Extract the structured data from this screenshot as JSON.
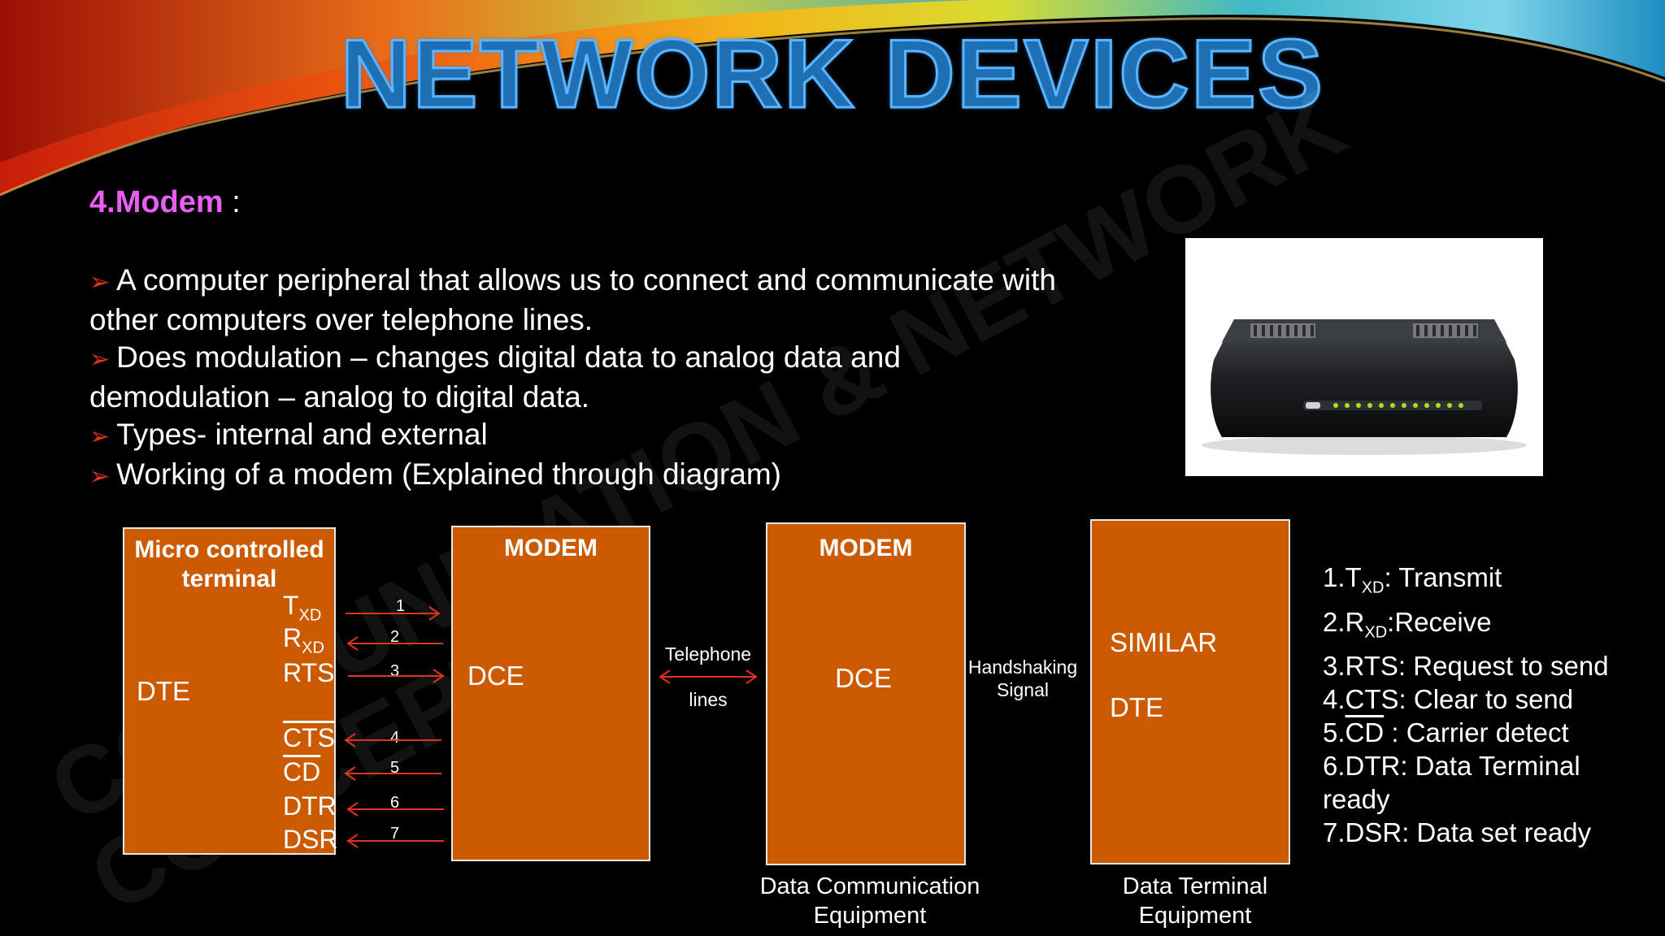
{
  "title": "NETWORK DEVICES",
  "watermark": [
    "COMMUNICATION & NETWORK",
    "CONCEPTS"
  ],
  "heading": {
    "label": "4.Modem",
    "suffix": " :"
  },
  "bullets": [
    "A computer peripheral that allows us to connect and communicate with other computers over telephone lines.",
    "Does modulation – changes digital data to analog data and demodulation – analog to digital data.",
    "Types- internal and external",
    "Working of a modem (Explained through diagram)"
  ],
  "diagram": {
    "terminal": {
      "title": "Micro controlled terminal",
      "side": "DTE"
    },
    "modem1": {
      "title": "MODEM",
      "sub": "DCE"
    },
    "modem2": {
      "title": "MODEM",
      "sub": "DCE"
    },
    "similar": {
      "line1": "SIMILAR",
      "line2": "DTE"
    },
    "signals": [
      {
        "main": "T",
        "sub": "XD",
        "num": "1"
      },
      {
        "main": "R",
        "sub": "XD",
        "num": "2"
      },
      {
        "main": "RTS",
        "sub": "",
        "num": "3"
      },
      {
        "main": "CTS",
        "sub": "",
        "num": "4"
      },
      {
        "main": "CD",
        "sub": "",
        "num": "5"
      },
      {
        "main": "DTR",
        "sub": "",
        "num": "6"
      },
      {
        "main": "DSR",
        "sub": "",
        "num": "7"
      }
    ],
    "telephone": {
      "line1": "Telephone",
      "line2": "lines"
    },
    "handshake": {
      "line1": "Handshaking",
      "line2": "Signal"
    },
    "caption_dce": {
      "line1": "Data Communication",
      "line2": "Equipment"
    },
    "caption_dte": {
      "line1": "Data Terminal",
      "line2": "Equipment"
    }
  },
  "legend": [
    {
      "pre": "1.T",
      "sub": "XD",
      "post": ": Transmit"
    },
    {
      "pre": "2.R",
      "sub": "XD",
      "post": ":Receive"
    },
    {
      "pre": "3.RTS: Request to send",
      "sub": "",
      "post": ""
    },
    {
      "pre": "4.CTS: Clear to send",
      "sub": "",
      "post": ""
    },
    {
      "pre": "5.",
      "over": "CD",
      "post": " : Carrier detect"
    },
    {
      "pre": "6.DTR: Data Terminal",
      "sub": "",
      "post": ""
    },
    {
      "pre": "ready",
      "sub": "",
      "post": ""
    },
    {
      "pre": "7.DSR: Data set ready",
      "sub": "",
      "post": ""
    }
  ],
  "colors": {
    "box": "#cc5a00",
    "arrow": "#e0331f",
    "title": "#1f6fb5",
    "heading": "#e65ff0"
  }
}
